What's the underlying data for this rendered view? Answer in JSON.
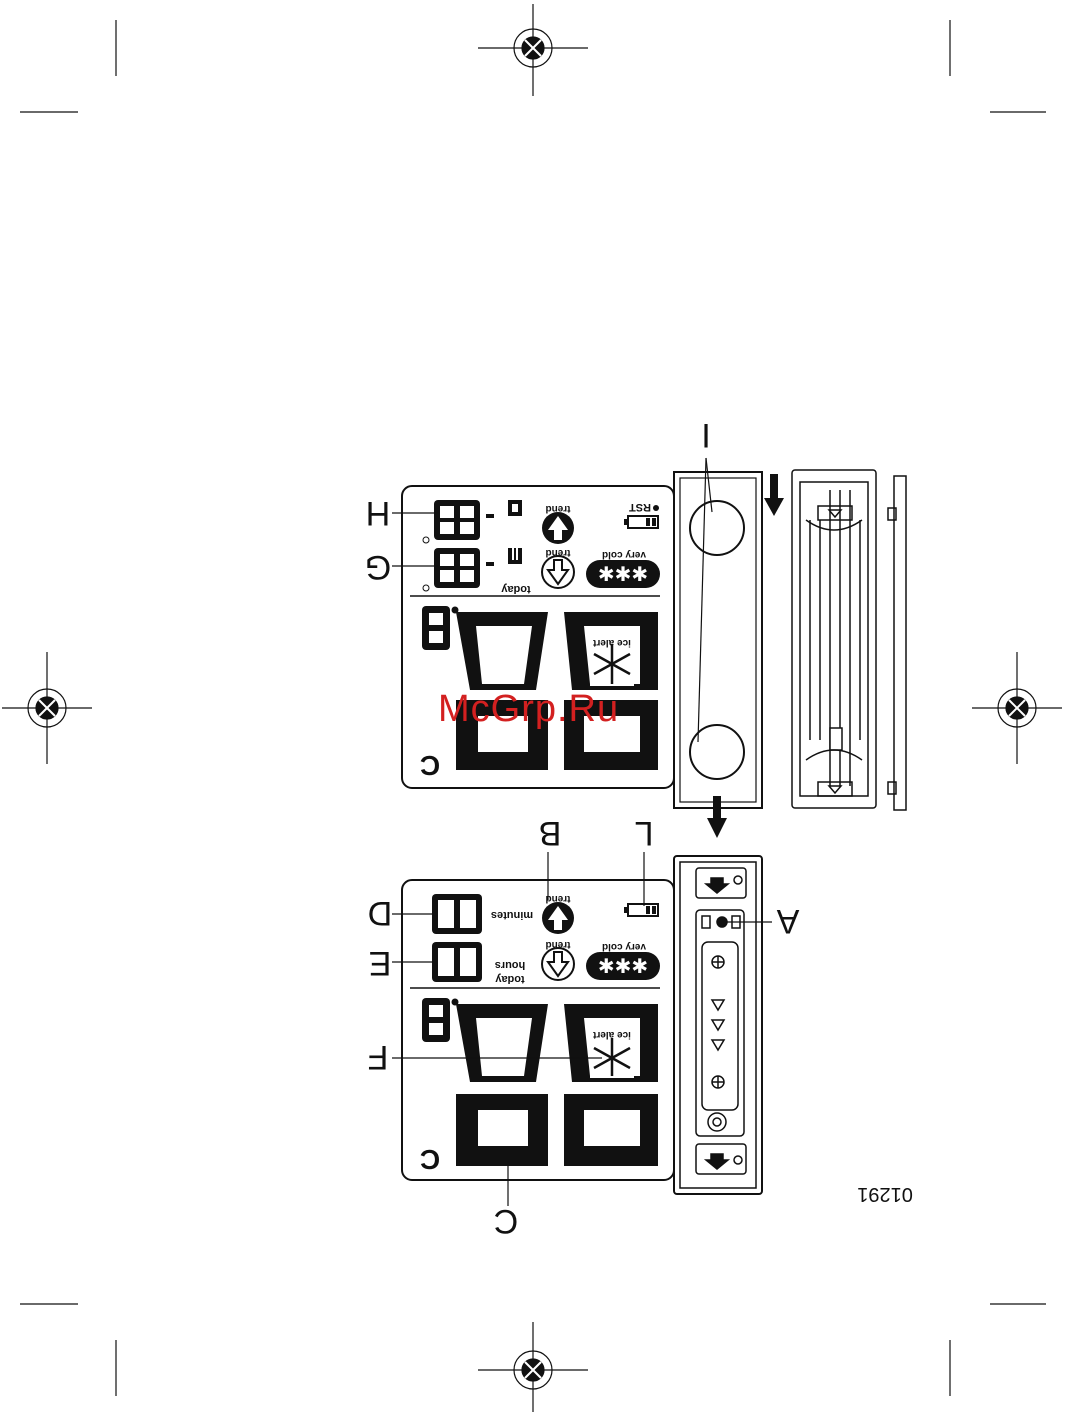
{
  "callouts": {
    "A": "A",
    "B": "B",
    "C": "C",
    "D": "D",
    "E": "E",
    "F": "F",
    "G": "G",
    "H": "H",
    "I": "I",
    "L": "L"
  },
  "lcd": {
    "today": "today",
    "trend": "trend",
    "very_cold": "very cold",
    "ice_alert": "ice alert",
    "rst": "RST",
    "hours": "hours",
    "minutes": "minutes",
    "unit": "C",
    "digits_small": "88",
    "digits_time": "00",
    "digit_single": "8"
  },
  "figure_number": "01291",
  "watermark": "McGrp.Ru"
}
